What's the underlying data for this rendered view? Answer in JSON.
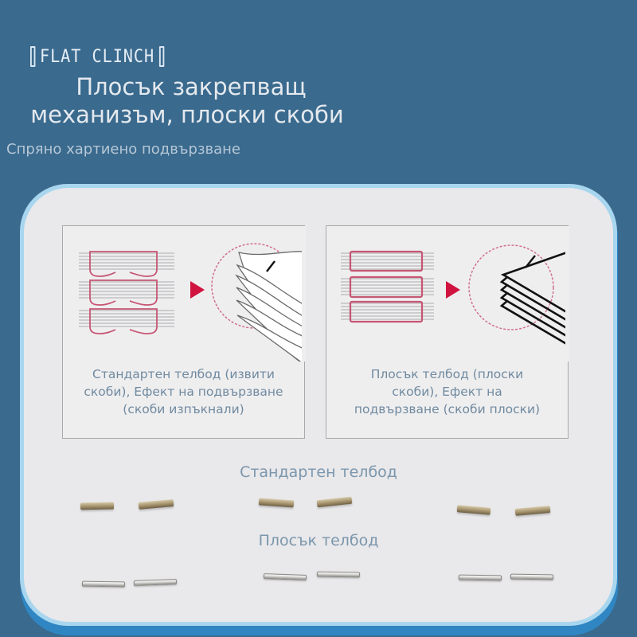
{
  "header": {
    "brand_label": "FLAT CLINCH",
    "headline_line1": "Плосък закрепващ",
    "headline_line2": "механизъм, плоски скоби",
    "subheadline": "Спряно хартиено подвързване"
  },
  "comparison_panels": [
    {
      "id": "standard",
      "caption_line1": "Стандартен телбод (извити",
      "caption_line2": "скоби), Ефект на подвързване",
      "caption_line3": "(скоби изпъкнали)",
      "icon": "curved-staple-diagram"
    },
    {
      "id": "flat",
      "caption_line1": "Плосък телбод (плоски",
      "caption_line2": "скоби), Ефект на",
      "caption_line3": "подвързване (скоби плоски)",
      "icon": "flat-staple-diagram"
    }
  ],
  "staple_samples": {
    "standard_label": "Стандартен телбод",
    "flat_label": "Плосък телбод"
  },
  "colors": {
    "background": "#3a6a8e",
    "card": "#e9e8ea",
    "card_rim": "#a8d6ef",
    "accent_red": "#d0143f",
    "caption_text": "#6f8aa0"
  }
}
